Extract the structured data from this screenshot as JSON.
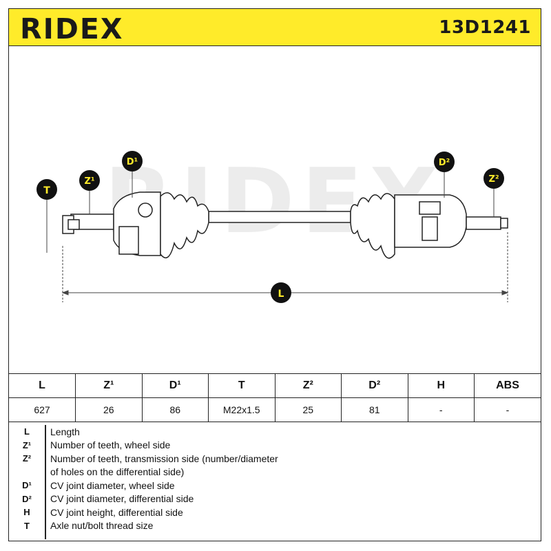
{
  "brand": "RIDEX",
  "part_number": "13D1241",
  "watermark": "RIDEX",
  "drawing_labels": {
    "T": "T",
    "Z1": "Z¹",
    "D1": "D¹",
    "D2": "D²",
    "Z2": "Z²",
    "L": "L"
  },
  "table": {
    "headers": [
      "L",
      "Z¹",
      "D¹",
      "T",
      "Z²",
      "D²",
      "H",
      "ABS"
    ],
    "values": [
      "627",
      "26",
      "86",
      "M22x1.5",
      "25",
      "81",
      "-",
      "-"
    ]
  },
  "legend": [
    {
      "symbol": "L",
      "text": "Length"
    },
    {
      "symbol": "Z¹",
      "text": "Number of teeth, wheel side"
    },
    {
      "symbol": "Z²",
      "text": "Number of teeth, transmission side (number/diameter"
    },
    {
      "symbol": "",
      "text": "of holes on the differential side)"
    },
    {
      "symbol": "D¹",
      "text": "CV joint diameter, wheel side"
    },
    {
      "symbol": "D²",
      "text": "CV joint diameter, differential side"
    },
    {
      "symbol": "H",
      "text": "CV joint height, differential side"
    },
    {
      "symbol": "T",
      "text": "Axle nut/bolt thread size"
    }
  ],
  "colors": {
    "header_bg": "#ffeb2a",
    "bubble": "#111111",
    "bubble_text": "#ffeb2a"
  }
}
